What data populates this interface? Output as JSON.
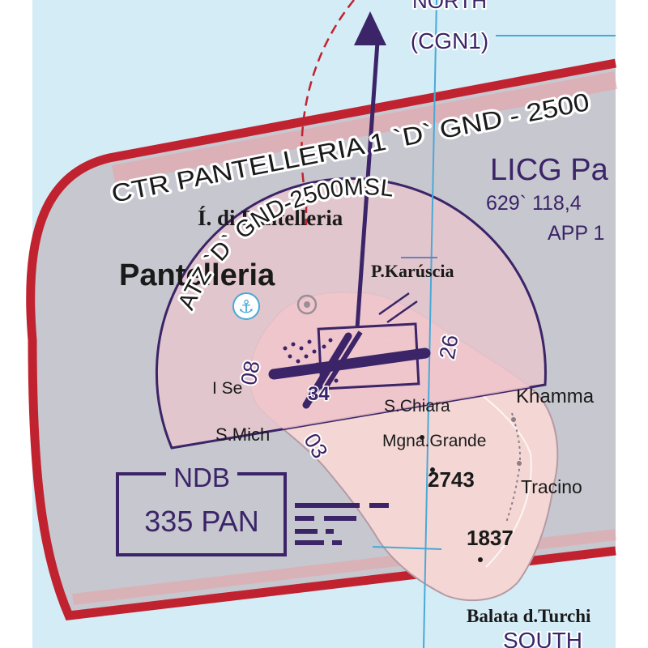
{
  "airspace": {
    "ctr_label": "CTR PANTELLERIA 1 `D` GND - 2500",
    "atz_label": "ATZ `D` GND-2500MSL"
  },
  "reporting_point": {
    "name_line1": "NORTH",
    "name_line2": "(CGN1)"
  },
  "airport": {
    "icao": "LICG Pa",
    "freq_line1": "629`  118,4",
    "freq_line2": "APP 1"
  },
  "navaid": {
    "type": "NDB",
    "ident": "335 PAN"
  },
  "places": {
    "island": "Pantelleria",
    "isola": "Í. di Pantelleria",
    "karuscia": "P.Karúscia",
    "khamma": "Khamma",
    "s_chiara": "S.Chiara",
    "mgna_grande": "Mgna.Grande",
    "tracino": "Tracino",
    "s_mich": "S.Mich",
    "i_se": "I Se",
    "balata": "Balata d.Turchi",
    "south": "SOUTH"
  },
  "elevations": {
    "peak1": "2743",
    "peak2": "1837",
    "airport_elev": "34"
  },
  "runway": {
    "end_a": "08",
    "end_b": "26",
    "end_c": "03"
  },
  "colors": {
    "sea": "#d4ecf6",
    "ctr_fill": "#c7c7cf",
    "ctr_border": "#c0232f",
    "atz_fill": "#e6c6cc",
    "atz_border": "#3b2467",
    "land": "#f4d7d4",
    "route": "#3b2467",
    "water_line": "#49a9d6"
  }
}
